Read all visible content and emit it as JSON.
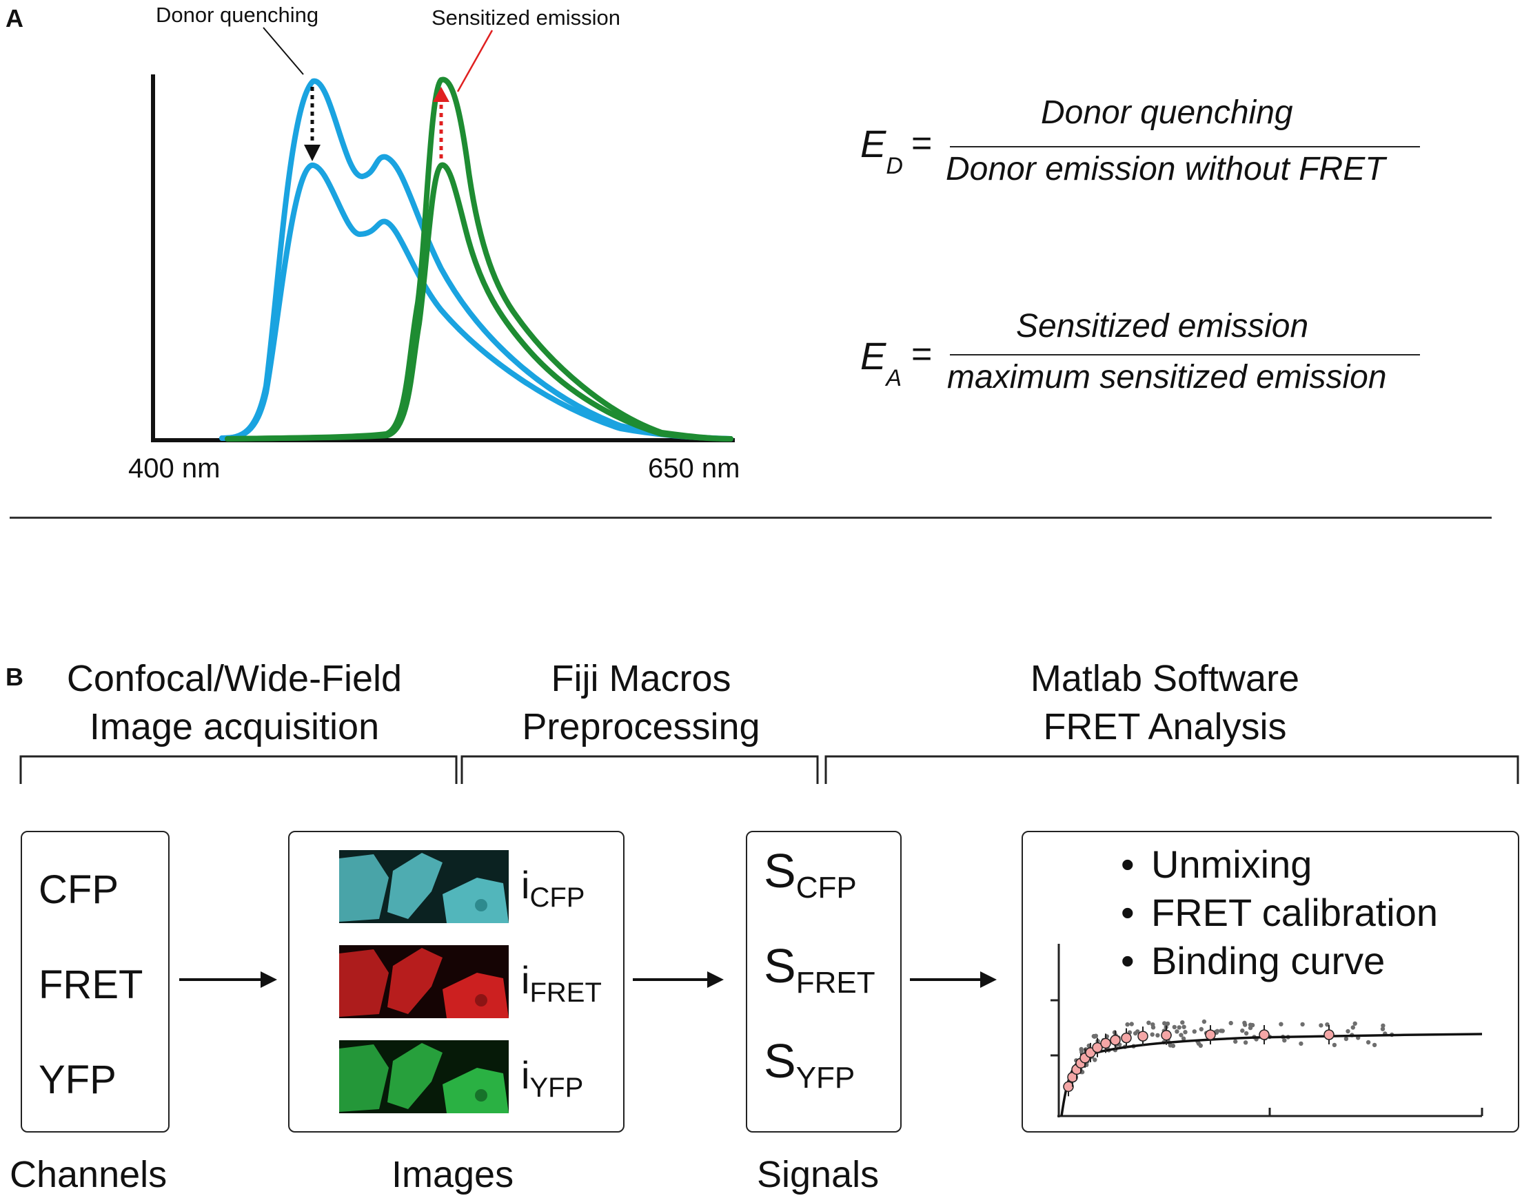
{
  "panel_a": {
    "letter": "A",
    "callouts": {
      "donor_quenching": "Donor quenching",
      "sensitized_emission": "Sensitized emission"
    },
    "axis": {
      "start_label": "400 nm",
      "end_label": "650 nm"
    },
    "colors": {
      "donor": "#1aa3e0",
      "acceptor": "#1e8c32",
      "sensitized_arrow": "#e02020",
      "quenching_arrow": "#111111"
    },
    "equations": {
      "ed": {
        "symbol": "E",
        "subscript": "D",
        "equals": "=",
        "numerator": "Donor quenching",
        "denominator": "Donor emission without FRET"
      },
      "ea": {
        "symbol": "E",
        "subscript": "A",
        "equals": "=",
        "numerator": "Sensitized emission",
        "denominator": "maximum sensitized emission"
      }
    }
  },
  "panel_b": {
    "letter": "B",
    "stages": [
      {
        "line1": "Confocal/Wide-Field",
        "line2": "Image acquisition"
      },
      {
        "line1": "Fiji Macros",
        "line2": "Preprocessing"
      },
      {
        "line1": "Matlab Software",
        "line2": "FRET Analysis"
      }
    ],
    "channels": [
      "CFP",
      "FRET",
      "YFP"
    ],
    "images": [
      {
        "base": "i",
        "sub": "CFP",
        "color": "#5fd0d6"
      },
      {
        "base": "i",
        "sub": "FRET",
        "color": "#e02424"
      },
      {
        "base": "i",
        "sub": "YFP",
        "color": "#2fc24a"
      }
    ],
    "signals": [
      {
        "base": "S",
        "sub": "CFP"
      },
      {
        "base": "S",
        "sub": "FRET"
      },
      {
        "base": "S",
        "sub": "YFP"
      }
    ],
    "analysis_steps": [
      "Unmixing",
      "FRET calibration",
      "Binding curve"
    ],
    "bottom_labels": {
      "channels": "Channels",
      "images": "Images",
      "signals": "Signals"
    },
    "point_color": "#f4a6a6"
  }
}
